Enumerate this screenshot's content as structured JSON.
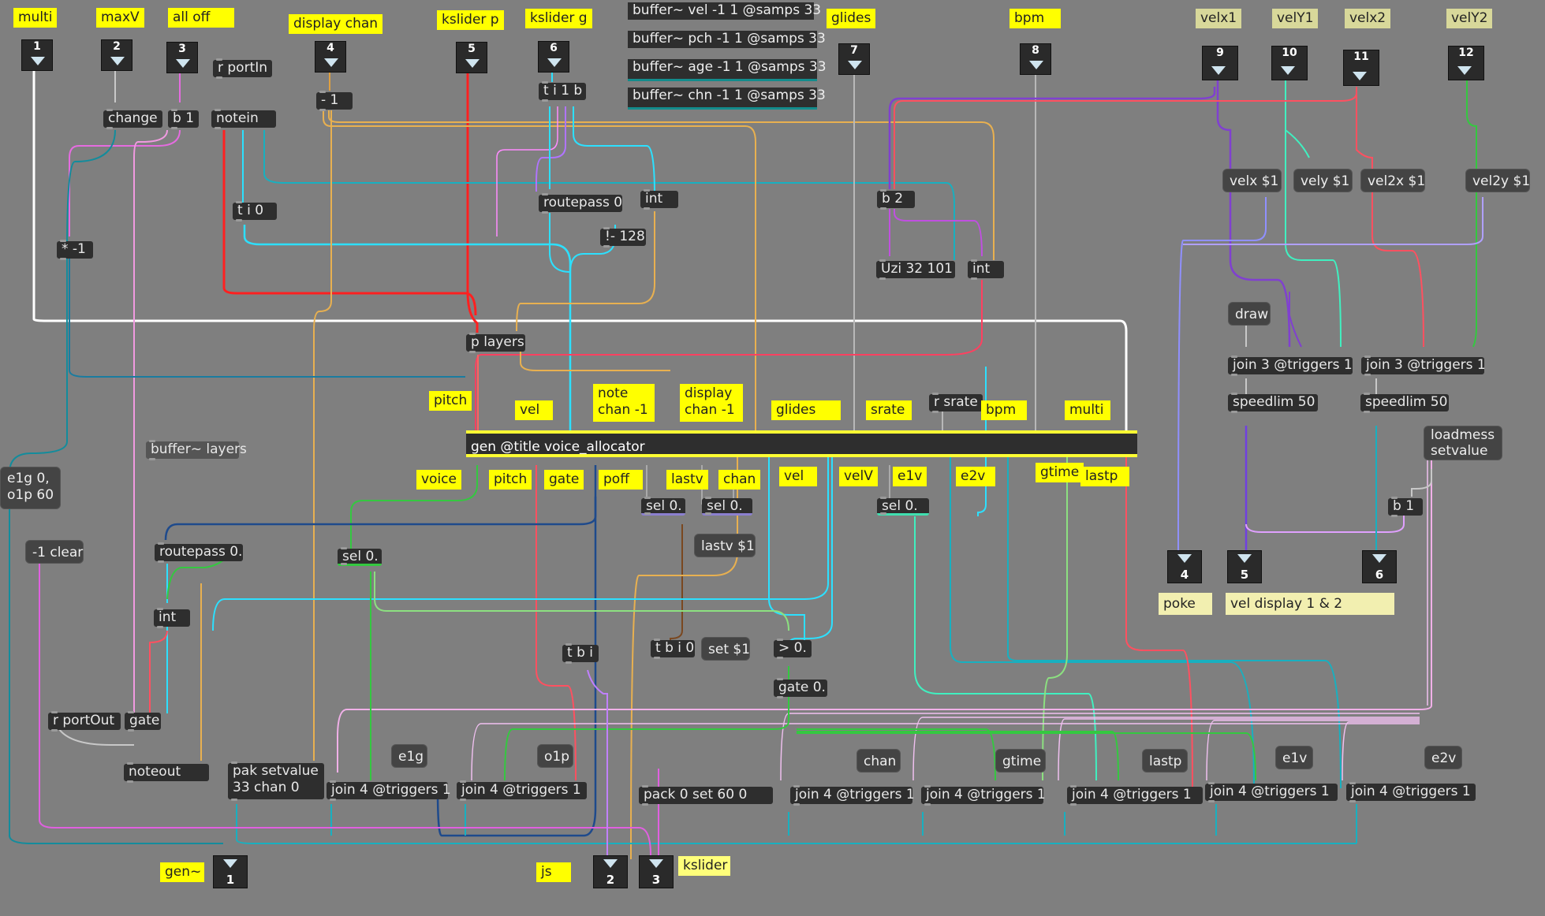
{
  "inlets": [
    {
      "num": "1"
    },
    {
      "num": "2"
    },
    {
      "num": "3"
    },
    {
      "num": "4"
    },
    {
      "num": "5"
    },
    {
      "num": "6"
    },
    {
      "num": "7"
    },
    {
      "num": "8"
    },
    {
      "num": "9"
    },
    {
      "num": "10"
    },
    {
      "num": "11"
    },
    {
      "num": "12"
    }
  ],
  "outlets": [
    {
      "num": "1"
    },
    {
      "num": "2"
    },
    {
      "num": "3"
    },
    {
      "num": "4"
    },
    {
      "num": "5"
    },
    {
      "num": "6"
    }
  ],
  "top_comments": {
    "multi": "multi",
    "maxv": "maxV",
    "all_off": "all off",
    "display_chan": "display chan",
    "kslider_p": "kslider p",
    "kslider_g": "kslider g",
    "glides": "glides",
    "bpm": "bpm",
    "velx1": "velx1",
    "vely1": "velY1",
    "velx2": "velx2",
    "vely2": "velY2"
  },
  "buffers": [
    "buffer~ vel -1 1 @samps 33",
    "buffer~ pch -1 1 @samps 33",
    "buffer~ age -1 1 @samps 33",
    "buffer~ chn -1 1 @samps 33"
  ],
  "objects": {
    "r_portin": "r portIn",
    "change": "change",
    "b1_top": "b 1",
    "notein": "notein",
    "minus1": "- 1",
    "tib": "t i 1 b",
    "routepass0": "routepass 0",
    "int_top": "int",
    "neq128": "!- 128",
    "ti0": "t i 0",
    "times_neg1": "* -1",
    "b2": "b 2",
    "uzi": "Uzi 32 101",
    "int_right": "int",
    "p_layers": "p layers",
    "r_srate": "r srate",
    "buffer_layers": "buffer~ layers",
    "gen": "gen @title voice_allocator",
    "routepass_dot": "routepass 0.",
    "sel0_voice": "sel 0.",
    "sel0_poff": "sel 0.",
    "sel0_lastv": "sel 0.",
    "sel0_e1v": "sel 0.",
    "int_mid": "int",
    "tbi": "t b i",
    "tbi0": "t b i 0",
    "gt0": "> 0.",
    "gate0": "gate 0.",
    "r_portout": "r portOut",
    "gate": "gate",
    "noteout": "noteout",
    "pak_setvalue": "pak setvalue\n33 chan 0",
    "join_1": "join 4 @triggers 1",
    "join_2": "join 4 @triggers 1",
    "pack": "pack 0 set 60 0",
    "join_3": "join 4 @triggers 1",
    "join_4": "join 4 @triggers 1",
    "join_5": "join 4 @triggers 1",
    "join_6": "join 4 @triggers 1",
    "join_7": "join 4 @triggers 1",
    "join3_a": "join 3 @triggers 1",
    "join3_b": "join 3 @triggers 1",
    "speedlim_a": "speedlim 50",
    "speedlim_b": "speedlim 50",
    "b1_right": "b 1"
  },
  "messages": {
    "e1g_o1p": "e1g 0,\no1p 60",
    "clear": "-1 clear",
    "lastv": "lastv $1",
    "set1": "set $1",
    "e1g": "e1g",
    "o1p": "o1p",
    "chan": "chan",
    "gtime": "gtime",
    "lastp": "lastp",
    "e1v": "e1v",
    "e2v": "e2v",
    "velx": "velx $1",
    "vely": "vely $1",
    "vel2x": "vel2x $1",
    "vel2y": "vel2y $1",
    "draw": "draw",
    "loadmess": "loadmess\nsetvalue"
  },
  "gen_comments": {
    "pitch": "pitch",
    "vel": "vel",
    "note_chan": "note\nchan -1",
    "display_chan": "display\nchan -1",
    "glides": "glides",
    "srate": "srate",
    "bpm": "bpm",
    "multi": "multi",
    "voice": "voice",
    "pitch_out": "pitch",
    "gate": "gate",
    "poff": "poff",
    "lastv": "lastv",
    "chan": "chan",
    "vel_out": "vel",
    "velv": "velV",
    "e1v": "e1v",
    "e2v": "e2v",
    "gtime": "gtime",
    "lastp": "lastp"
  },
  "bottom_comments": {
    "gen_tilde": "gen~",
    "js": "js",
    "kslider": "kslider",
    "poke": "poke",
    "vel_display": "vel display 1 & 2"
  }
}
